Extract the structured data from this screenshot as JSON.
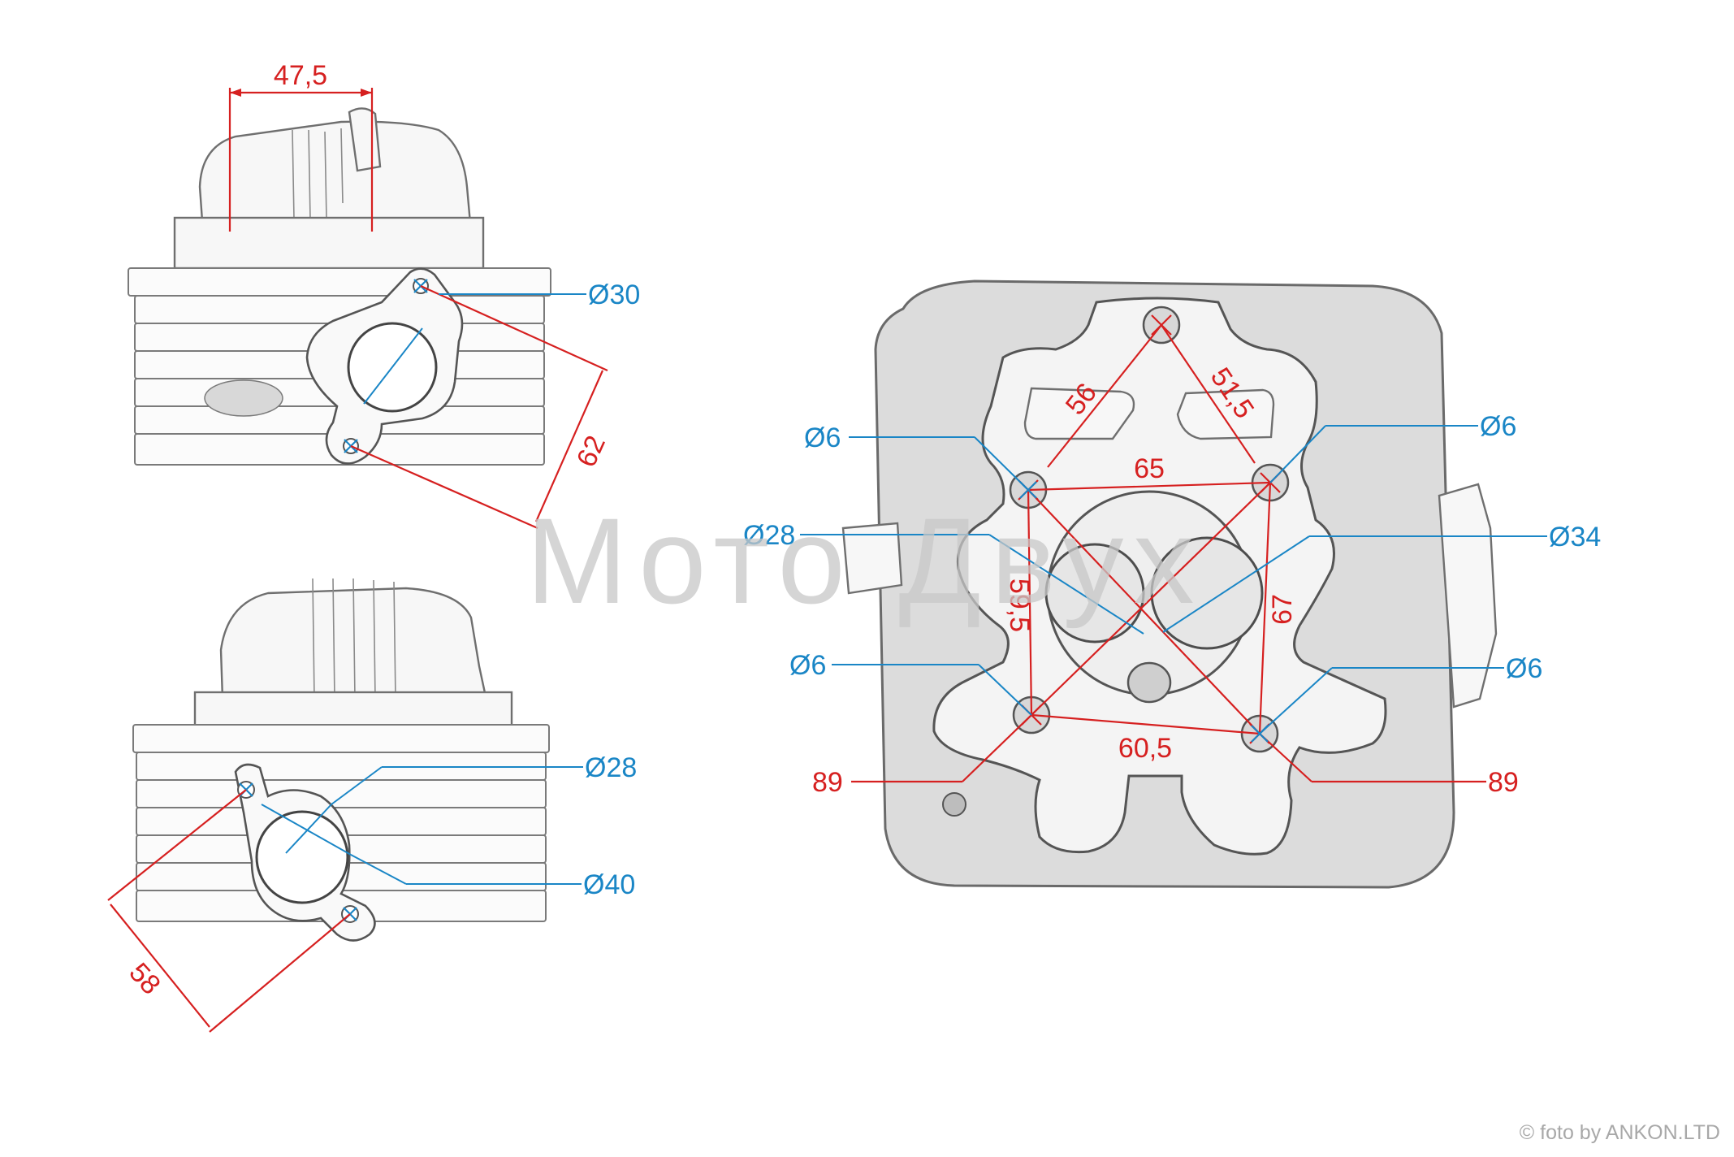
{
  "watermark": "Мото Двух",
  "credit": "© foto by ANKON.LTD",
  "views": {
    "top_left": {
      "dim_width": "47,5",
      "dim_bolt_spacing": "62",
      "dim_port": "Ø30"
    },
    "bottom_left": {
      "dim_bolt_spacing": "58",
      "dim_port_inner": "Ø28",
      "dim_port_outer": "Ø40"
    },
    "right": {
      "dim_top_left_diag": "56",
      "dim_top_right_diag": "51,5",
      "dim_upper_horizontal": "65",
      "dim_left_vertical": "59,5",
      "dim_right_vertical": "67",
      "dim_lower_horizontal": "60,5",
      "dim_diag_left": "89",
      "dim_diag_right": "89",
      "hole_upper_left": "Ø6",
      "hole_upper_right": "Ø6",
      "hole_lower_left": "Ø6",
      "hole_lower_right": "Ø6",
      "valve_left": "Ø28",
      "valve_right": "Ø34"
    }
  },
  "colors": {
    "dimension_red": "#d62020",
    "dimension_blue": "#1a86c6",
    "watermark": "#c8c8c8"
  }
}
